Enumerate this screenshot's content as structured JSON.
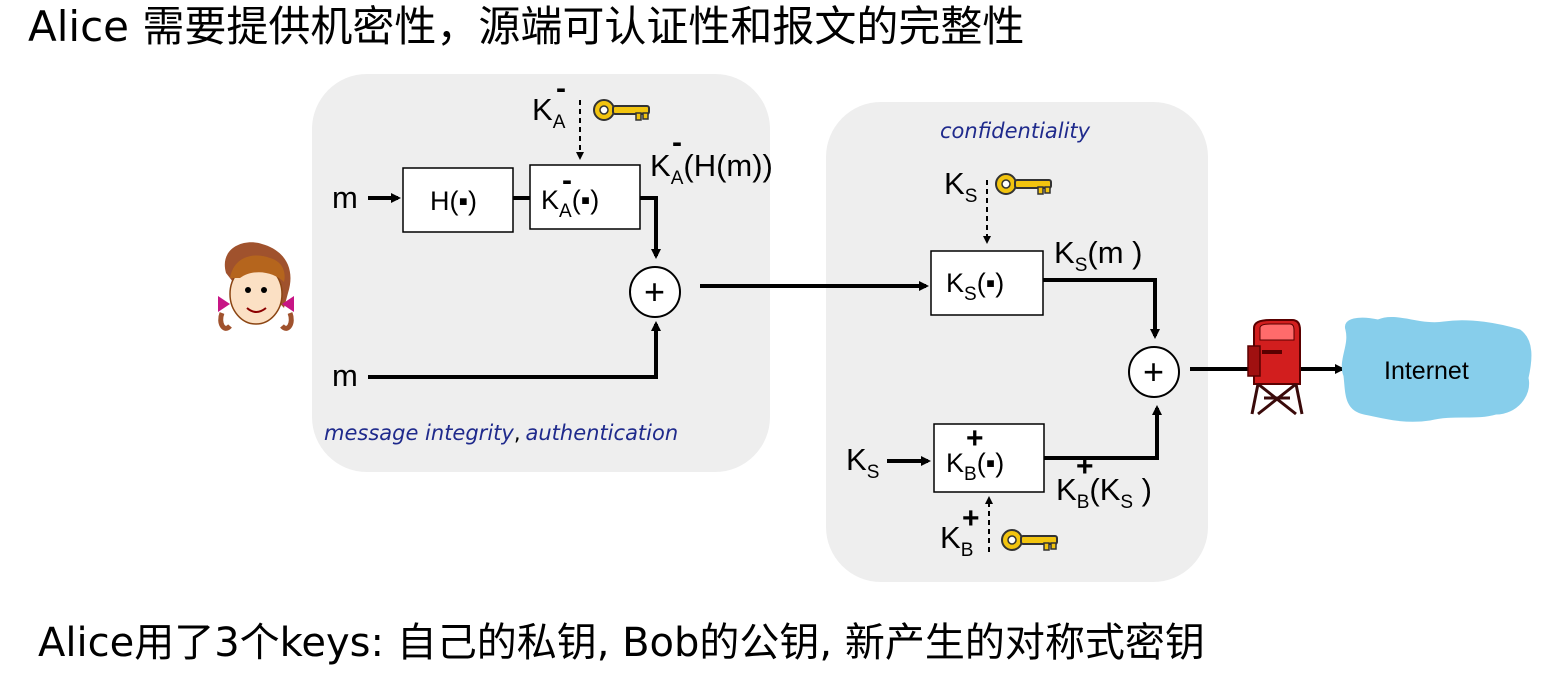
{
  "title": "Alice 需要提供机密性，源端可认证性和报文的完整性",
  "caption": "Alice用了3个keys: 自己的私钥,  Bob的公钥, 新产生的对称式密钥",
  "panels": {
    "integrity_label": "message integrity",
    "comma": ",",
    "auth_label": "authentication",
    "confidentiality_label": "confidentiality"
  },
  "symbols": {
    "m": "m",
    "H": "H(▪)",
    "K": "K",
    "A": "A",
    "S": "S",
    "B": "B",
    "minus": "-",
    "plus": "+",
    "op": "(▪)",
    "KAHm_tail": "(H(m))",
    "KSm_tail": "(m )",
    "KBKS_open": "(K",
    "KBKS_close": " )",
    "oplus": "+"
  },
  "internet_label": "Internet",
  "colors": {
    "panel_bg": "#eeeeee",
    "cloud": "#87ceeb",
    "key": "#f2c40f",
    "mailbox": "#d21e1e",
    "section_text": "#1f2a8c"
  },
  "icons": {
    "alice": "alice-avatar",
    "key": "key-icon",
    "mailbox": "mailbox-icon",
    "cloud": "internet-cloud"
  }
}
